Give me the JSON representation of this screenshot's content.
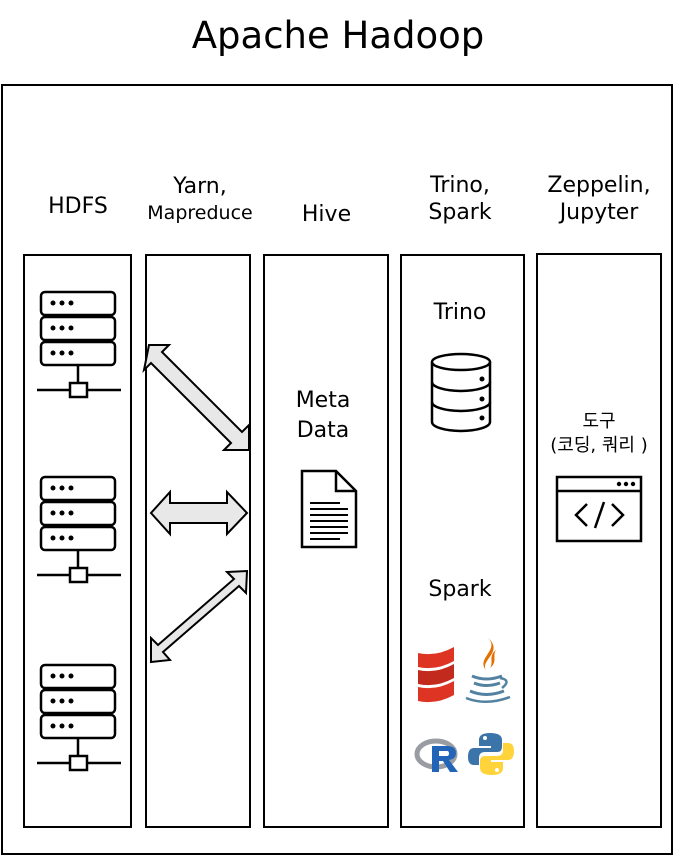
{
  "title": "Apache Hadoop",
  "columns": {
    "hdfs": {
      "label": "HDFS"
    },
    "yarn": {
      "label_line1": "Yarn,",
      "label_line2": "Mapreduce"
    },
    "hive": {
      "label": "Hive",
      "meta_line1": "Meta",
      "meta_line2": "Data"
    },
    "trino_spark": {
      "label_line1": "Trino,",
      "label_line2": "Spark",
      "trino": "Trino",
      "spark": "Spark"
    },
    "tools": {
      "label_line1": "Zeppelin,",
      "label_line2": "Jupyter",
      "tool_line1": "도구",
      "tool_line2": "(코딩, 쿼리 )"
    }
  },
  "icons": [
    "server-rack-icon",
    "double-arrow-icon",
    "document-icon",
    "database-icon",
    "scala-logo-icon",
    "java-logo-icon",
    "r-logo-icon",
    "python-logo-icon",
    "code-window-icon"
  ],
  "colors": {
    "arrow_fill": "#e8e8e8",
    "scala_red": "#de3423",
    "java_red": "#e76f00",
    "java_blue": "#5382a1",
    "python_blue": "#3b74a8",
    "python_yellow": "#ffd43b",
    "r_gray": "#9a9ca3",
    "r_blue": "#2265b8"
  }
}
